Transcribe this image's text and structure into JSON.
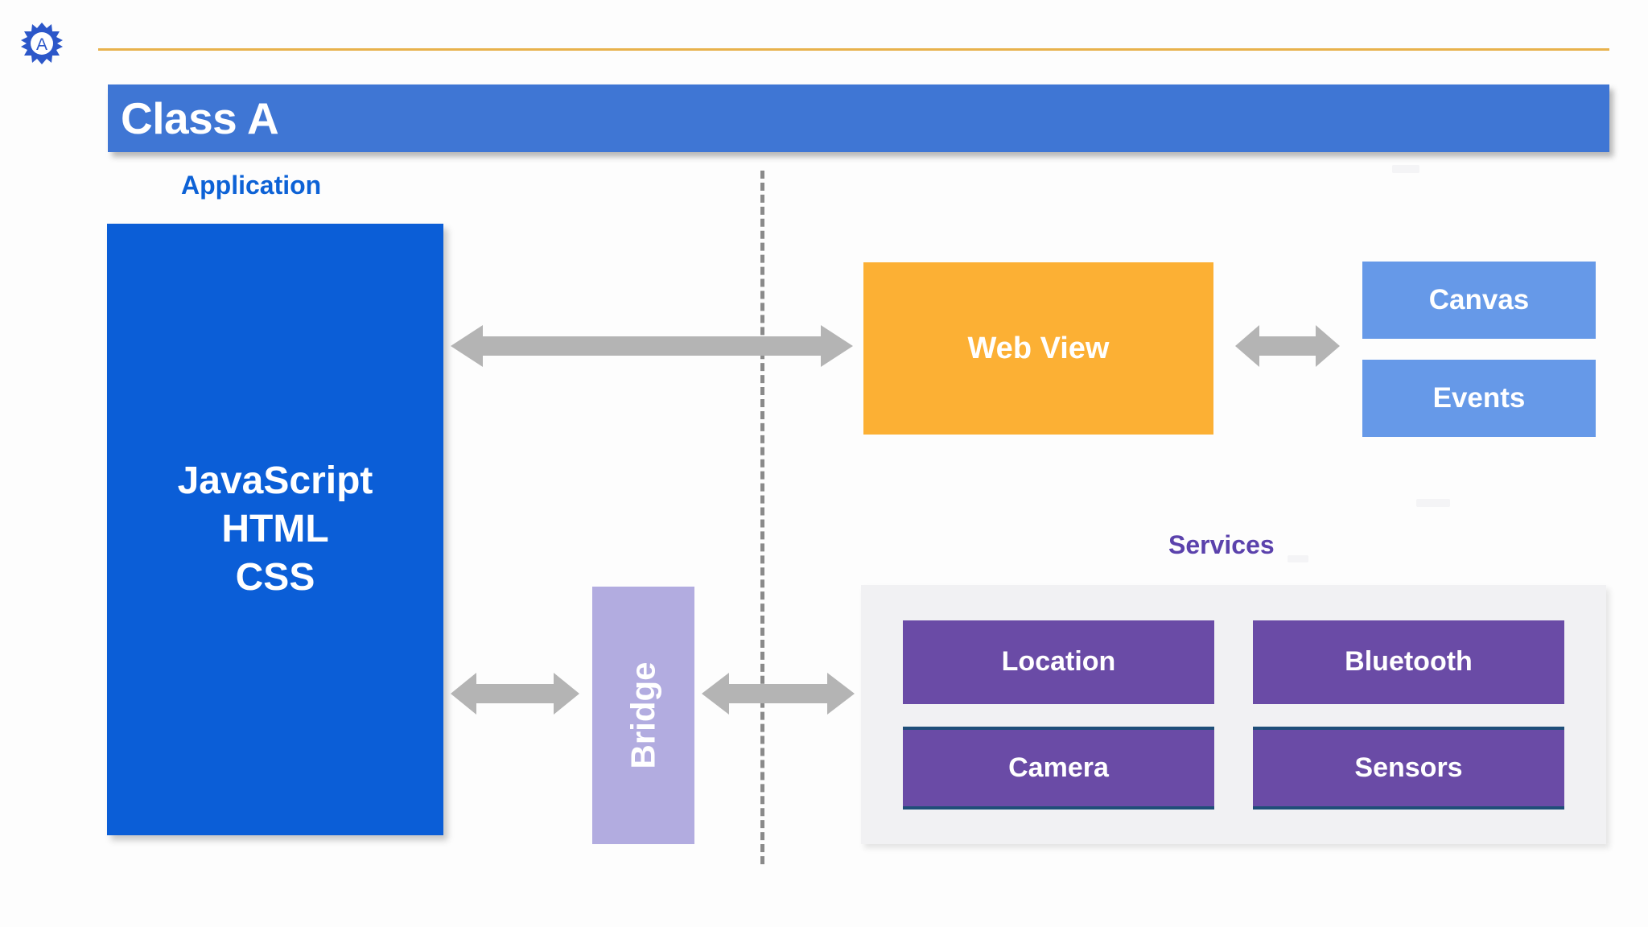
{
  "slide": {
    "logo_icon": "gear-letter-a-logo",
    "title": "Class A",
    "accent_rule_color": "#e8b24c",
    "title_bar_color": "#3f76d4"
  },
  "captions": {
    "application": "Application",
    "application_color": "#0d62d6",
    "services": "Services",
    "services_color": "#5b42ac"
  },
  "divider": {
    "style": "dashed-vertical",
    "color": "#8a8a8a"
  },
  "application_block": {
    "color": "#0b5ed7",
    "lines": [
      "JavaScript",
      "HTML",
      "CSS"
    ]
  },
  "webview": {
    "label": "Web View",
    "color": "#fcb034"
  },
  "webview_side_boxes": {
    "color": "#6699e8",
    "items": [
      {
        "label": "Canvas"
      },
      {
        "label": "Events"
      }
    ]
  },
  "bridge": {
    "label": "Bridge",
    "color": "#b2ace0",
    "orientation": "vertical"
  },
  "services_panel": {
    "panel_color": "#f1f1f3",
    "box_color": "#6a4ba6",
    "accent_border_color": "#1f4e79",
    "items": [
      {
        "label": "Location",
        "accented": false
      },
      {
        "label": "Bluetooth",
        "accented": false
      },
      {
        "label": "Camera",
        "accented": true
      },
      {
        "label": "Sensors",
        "accented": true
      }
    ]
  },
  "arrows": {
    "color": "#b4b4b4",
    "connections": [
      {
        "name": "application-to-webview",
        "style": "double-headed"
      },
      {
        "name": "webview-to-canvas-events",
        "style": "double-headed"
      },
      {
        "name": "application-to-bridge",
        "style": "double-headed"
      },
      {
        "name": "bridge-to-services",
        "style": "double-headed"
      }
    ]
  }
}
